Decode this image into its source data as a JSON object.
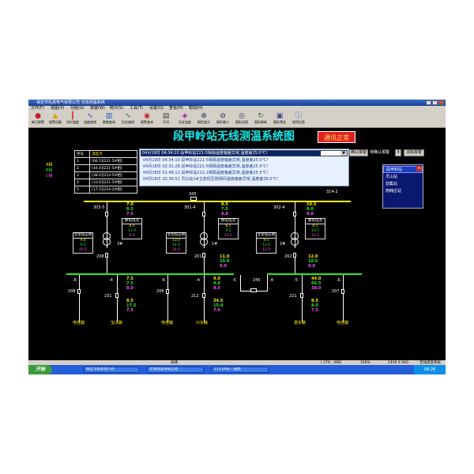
{
  "window": {
    "title": "保定市松高电气有限公司 无线测温系统"
  },
  "menu": [
    "文件(F)",
    "视图(V)",
    "功能(G)",
    "报警(W)",
    "统计(S)",
    "工具(T)",
    "设置(O)",
    "查看(H)",
    "帮助(H)"
  ],
  "toolbar": [
    {
      "label": "新日报警",
      "icon": "alarm-bell-icon"
    },
    {
      "label": "报警设备",
      "icon": "warning-triangle-icon"
    },
    {
      "label": "实时温度",
      "icon": "thermometer-icon"
    },
    {
      "label": "温度曲线",
      "icon": "curve-icon"
    },
    {
      "label": "数据查询",
      "icon": "bar-chart-icon"
    },
    {
      "label": "历史曲线",
      "icon": "history-curve-icon"
    },
    {
      "label": "报警查询",
      "icon": "search-alarm-icon"
    },
    {
      "label": "打印",
      "icon": "printer-icon"
    },
    {
      "label": "历史温度",
      "icon": "history-temp-icon"
    },
    {
      "label": "图形放大",
      "icon": "zoom-in-icon"
    },
    {
      "label": "图形缩小",
      "icon": "zoom-out-icon"
    },
    {
      "label": "图形还原",
      "icon": "restore-icon"
    },
    {
      "label": "图形刷新",
      "icon": "refresh-icon"
    },
    {
      "label": "图形预览",
      "icon": "preview-icon"
    },
    {
      "label": "程序信息",
      "icon": "info-icon"
    }
  ],
  "main_title": "段甲岭站无线测温系统图",
  "status_button": "通讯正常",
  "legend": [
    {
      "label": "A相",
      "color": "#ffee00"
    },
    {
      "label": "B相",
      "color": "#22ee22"
    },
    {
      "label": "C相",
      "color": "#ff55ff"
    }
  ],
  "temp_table": {
    "headers": [
      "序号",
      "温度点"
    ],
    "rows": [
      [
        "1",
        "[66.5][221-5#相]"
      ],
      [
        "2",
        "[44.0][221-5#相]"
      ],
      [
        "3",
        "[38.0][214-5#相]"
      ],
      [
        "4",
        "[33.6][221-5#相]"
      ],
      [
        "5",
        "[17.5][214-2#相]"
      ]
    ]
  },
  "alarms": {
    "selected": "04月19日 04:34:10 段甲岭站221-5相隔温度偏差异常,温度差25.0℃!",
    "rows": [
      "04月18日 02:31:28 段甲岭站221-5相隔温度偏差异常,温度差25.5℃!",
      "04月18日 01:48:12 段甲岭站212-2相隔温度偏差异常,温度差25.5℃!",
      "04月18日 20:36:52 灵山站1#主变低压侧相间温度偏差异常,温度差28.0℃!"
    ]
  },
  "buttons": {
    "confirm": "确认报警",
    "pending_label": "待确认报警",
    "pending_count": "4",
    "clear": "清除报警"
  },
  "stations": {
    "items": [
      "段甲岭站",
      "灵山站",
      "割集站",
      "南韩庄站"
    ],
    "selected_index": 0
  },
  "diagram": {
    "bus_section": "345",
    "top_switches": {
      "left": "303-5",
      "mid": "301-4",
      "right": "302-4",
      "right_far": "314-2"
    },
    "top_values": {
      "left": [
        "7.0",
        "8.5",
        "7.5"
      ],
      "mid": [
        "8.5",
        "7.5",
        "9.0"
      ],
      "right": [
        "10.5",
        "8.0",
        "8.0"
      ]
    },
    "transformers": {
      "left": {
        "name": "3#",
        "header": "主变低压侧",
        "values": [
          "9.0",
          "9.5",
          "10.0"
        ]
      },
      "mid": {
        "name": "1#",
        "header": "主变低压侧",
        "values": [
          "13.0",
          "14.0",
          "14.0"
        ]
      },
      "right": {
        "name": "2#",
        "header": "主变低压侧",
        "values": [
          "9.5",
          "12.0",
          "12.0"
        ]
      }
    },
    "hv_boxes": {
      "left": {
        "header": "静电电流",
        "values": [
          "8.0",
          "11.0",
          "9.5"
        ]
      },
      "mid": {
        "header": "静电电流",
        "values": [
          "8.5",
          "9.5",
          "13.5"
        ]
      },
      "right": {
        "header": "静电电流",
        "values": [
          "8.5",
          "10.5",
          "12.5"
        ]
      }
    },
    "incomer_labels": {
      "left": "208",
      "mid": "201",
      "right": "202"
    },
    "incomer_values": {
      "mid": [
        "11.0",
        "10.0",
        "9.0"
      ],
      "right": [
        "12.0",
        "10.5",
        "9.0"
      ]
    },
    "bus_tie": {
      "label": "245",
      "left": "-5",
      "right": "-4"
    },
    "feeders": [
      {
        "name": "电容器",
        "switch": "208",
        "sw_label": "-6"
      },
      {
        "name": "宝山路",
        "switch": "231",
        "sw_label": "-4",
        "values": [
          "7.5",
          "7.5",
          "8.0"
        ],
        "lower": [
          "8.5",
          "17.5",
          "7.5"
        ]
      },
      {
        "name": "电容器",
        "switch": "206",
        "sw_label": "-6"
      },
      {
        "name": "兴东路",
        "switch": "212",
        "sw_label": "-4",
        "values": [
          "9.0",
          "9.0",
          "8.5"
        ],
        "lower": [
          "34.5",
          "15.0",
          "7.0"
        ]
      },
      {
        "name": "惠东路",
        "switch": "221",
        "sw_label": "-5",
        "values": [
          "44.0",
          "66.5",
          "38.0"
        ],
        "lower": [
          "8.5",
          "8.0",
          "7.5"
        ]
      },
      {
        "name": "电容器",
        "switch": "207",
        "sw_label": "-6"
      }
    ]
  },
  "statusbar": {
    "left": "就绪",
    "coords": "[ 279 , 498]",
    "zoom": "100%",
    "resolution": "1440 X 900",
    "app": "无线测温系统"
  },
  "taskbar": {
    "start": "开始",
    "tasks": [
      "保定市松高电气有",
      "无线测温系统启动",
      "111.bmp - 画图"
    ],
    "clock": "08:26"
  }
}
